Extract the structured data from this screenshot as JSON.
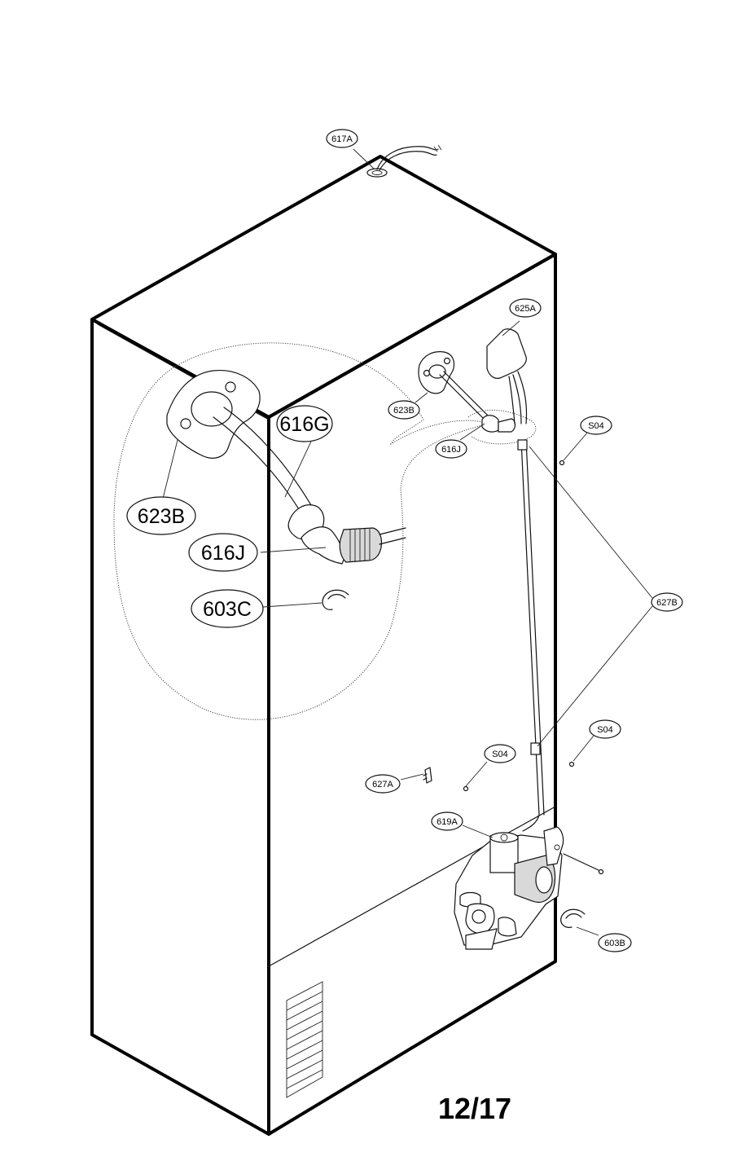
{
  "callouts_small": {
    "c617A": "617A",
    "c625A": "625A",
    "c623B": "623B",
    "c616J": "616J",
    "cS04a": "S04",
    "c627B": "627B",
    "cS04b": "S04",
    "cS04c": "S04",
    "c627A": "627A",
    "c619A": "619A",
    "c603B": "603B"
  },
  "callouts_detail": {
    "d616G": "616G",
    "d623B": "623B",
    "d616J": "616J",
    "d603C": "603C"
  },
  "page_number": "12/17"
}
